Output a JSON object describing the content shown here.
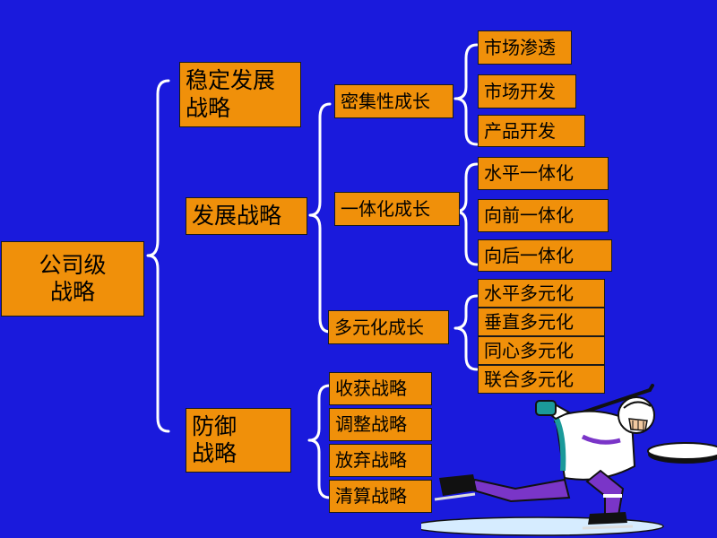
{
  "root": {
    "label": "公司级\n战略"
  },
  "level1": [
    {
      "label": "稳定发展\n战略"
    },
    {
      "label": "发展战略"
    },
    {
      "label": "防御\n战略"
    }
  ],
  "growth": [
    {
      "label": "密集性成长",
      "children": [
        "市场渗透",
        "市场开发",
        "产品开发"
      ]
    },
    {
      "label": "一体化成长",
      "children": [
        "水平一体化",
        "向前一体化",
        "向后一体化"
      ]
    },
    {
      "label": "多元化成长",
      "children": [
        "水平多元化",
        "垂直多元化",
        "同心多元化",
        "联合多元化"
      ]
    }
  ],
  "defense": [
    "收获战略",
    "调整战略",
    "放弃战略",
    "清算战略"
  ],
  "colors": {
    "background": "#1a1adc",
    "box": "#f0900a",
    "connector": "#ffffff"
  },
  "illustration": {
    "icon": "hockey-player-icon"
  }
}
